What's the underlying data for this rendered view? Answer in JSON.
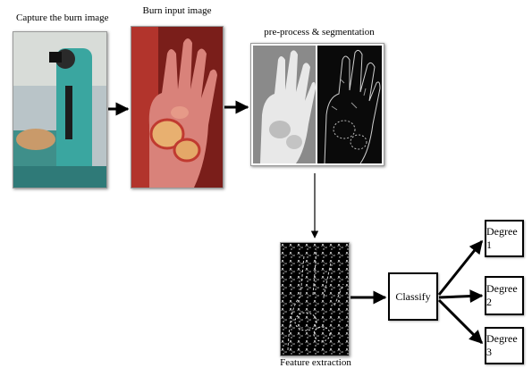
{
  "steps": {
    "capture_label": "Capture the burn image",
    "input_label": "Burn input image",
    "preprocess_label": "pre-process & segmentation",
    "feature_label": "Feature extraction",
    "classify_label": "Classify"
  },
  "degrees": [
    "Degree 1",
    "Degree 2",
    "Degree 3"
  ]
}
